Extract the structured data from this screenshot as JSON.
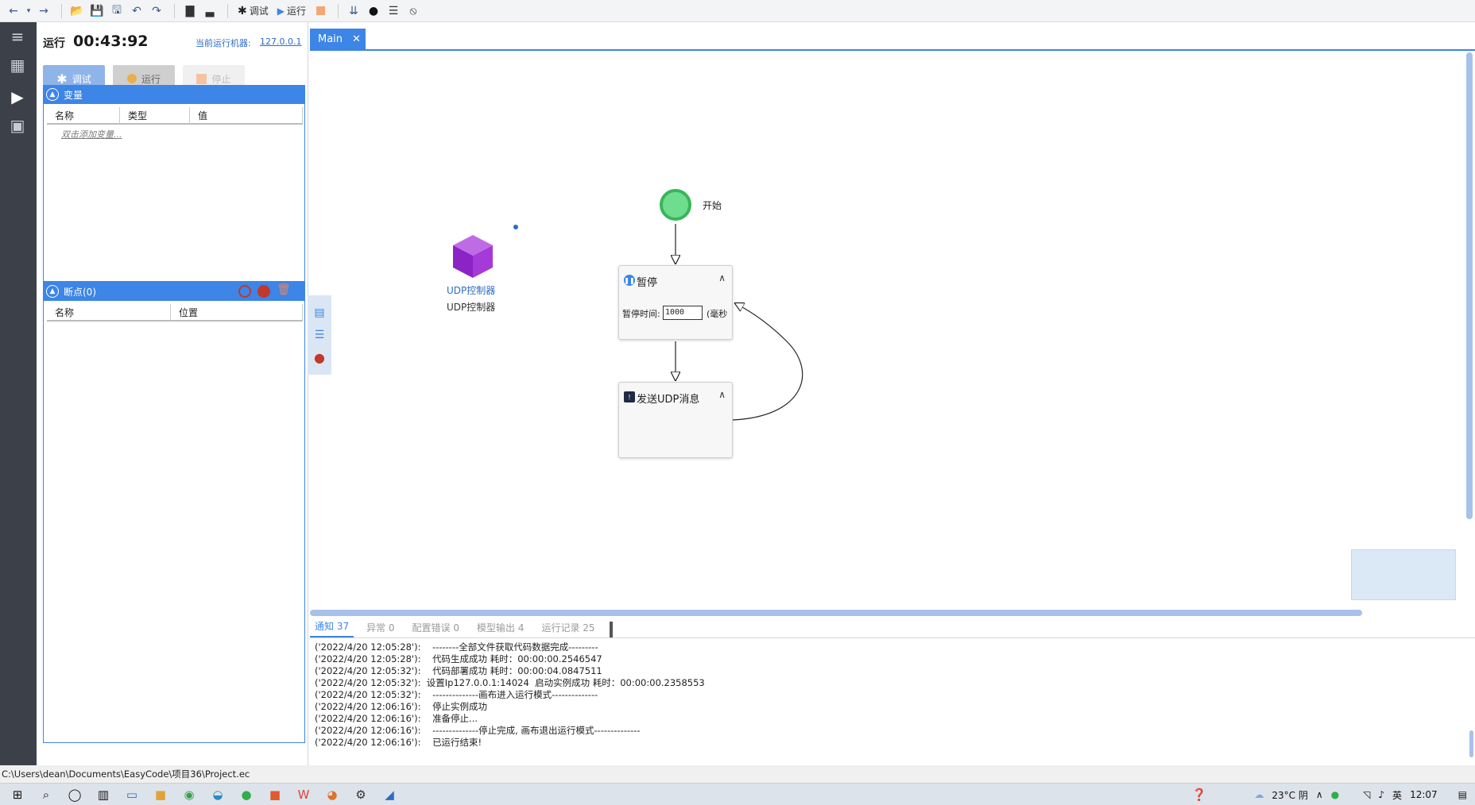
{
  "toolbar": {
    "debug_label": "调试",
    "run_label": "运行",
    "icons": [
      "back-icon",
      "dropdown-icon",
      "forward-icon",
      "open-folder-icon",
      "save-icon",
      "save-all-icon",
      "undo-icon",
      "redo-icon",
      "align-top-icon",
      "align-bottom-icon",
      "bug-icon",
      "play-icon",
      "stop-icon",
      "download-icon",
      "badge-icon",
      "notes-icon",
      "no-entry-icon"
    ]
  },
  "left_rail": {
    "icons": [
      "layers-icon",
      "grid-icon",
      "play-circle-icon",
      "package-icon"
    ]
  },
  "run_panel": {
    "status": "运行",
    "timer": "00:43:92",
    "machine_label": "当前运行机器:",
    "machine_ip": "127.0.0.1",
    "buttons": {
      "debug": "调试",
      "run": "运行",
      "stop": "停止"
    }
  },
  "variables": {
    "title": "变量",
    "columns": [
      "名称",
      "类型",
      "值"
    ],
    "add_hint": "双击添加变量..."
  },
  "breakpoints": {
    "title": "断点(0)",
    "columns": [
      "名称",
      "位置"
    ]
  },
  "tabs": {
    "main": "Main"
  },
  "canvas": {
    "start_label": "开始",
    "udp_component_label": "UDP控制器",
    "udp_component_caption": "UDP控制器",
    "pause_node": {
      "title": "暂停",
      "field_label": "暂停时间:",
      "field_value": "1000",
      "unit": "(毫秒"
    },
    "send_node": {
      "title": "发送UDP消息"
    }
  },
  "log_tabs": [
    {
      "label": "通知 37",
      "active": true
    },
    {
      "label": "异常 0",
      "active": false
    },
    {
      "label": "配置错误 0",
      "active": false
    },
    {
      "label": "模型输出 4",
      "active": false
    },
    {
      "label": "运行记录 25",
      "active": false
    }
  ],
  "log_lines": [
    "('2022/4/20 12:05:28'):    --------全部文件获取代码数据完成---------",
    "('2022/4/20 12:05:28'):    代码生成成功 耗时：00:00:00.2546547",
    "('2022/4/20 12:05:32'):    代码部署成功 耗时：00:00:04.0847511",
    "('2022/4/20 12:05:32'):  设置Ip127.0.0.1:14024  启动实例成功 耗时：00:00:00.2358553",
    "('2022/4/20 12:05:32'):    --------------画布进入运行模式--------------",
    "('2022/4/20 12:06:16'):    停止实例成功",
    "('2022/4/20 12:06:16'):    准备停止...",
    "('2022/4/20 12:06:16'):    --------------停止完成, 画布退出运行模式--------------",
    "('2022/4/20 12:06:16'):    已运行结束!"
  ],
  "status_path": "C:\\Users\\dean\\Documents\\EasyCode\\项目36\\Project.ec",
  "taskbar": {
    "apps": [
      "windows-start-icon",
      "search-icon",
      "cortana-icon",
      "task-view-icon",
      "monitor-icon",
      "file-explorer-icon",
      "chrome-icon",
      "edge-icon",
      "wechat-icon",
      "app-icon",
      "wps-icon",
      "firefox-icon",
      "settings-icon",
      "easycode-icon"
    ],
    "weather": "23°C 阴",
    "ime": "英",
    "clock": "12:07"
  }
}
